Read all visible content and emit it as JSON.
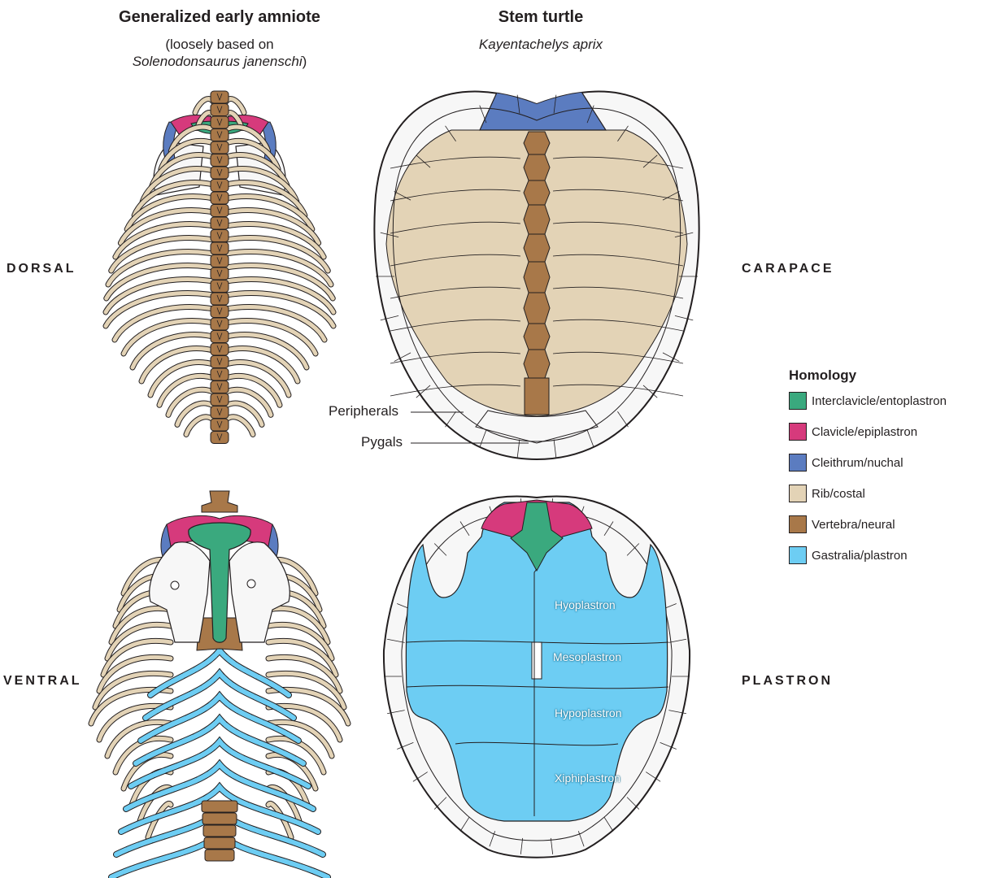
{
  "columns": {
    "left": {
      "title": "Generalized early amniote",
      "sub_prefix": "(loosely based on",
      "sub_species": "Solenodonsaurus janenschi",
      "sub_suffix": ")"
    },
    "right": {
      "title": "Stem turtle",
      "sub_species": "Kayentachelys aprix"
    }
  },
  "row_labels": {
    "dorsal": "DORSAL",
    "ventral": "VENTRAL",
    "carapace": "CARAPACE",
    "plastron": "PLASTRON"
  },
  "callouts": {
    "peripherals": "Peripherals",
    "pygals": "Pygals"
  },
  "plastron_labels": [
    "Hyoplastron",
    "Mesoplastron",
    "Hypoplastron",
    "Xiphiplastron"
  ],
  "legend": {
    "title": "Homology",
    "items": [
      {
        "label": "Interclavicle/entoplastron",
        "color": "#3aa97e"
      },
      {
        "label": "Clavicle/epiplastron",
        "color": "#d63a7c"
      },
      {
        "label": "Cleithrum/nuchal",
        "color": "#5b7cc0"
      },
      {
        "label": "Rib/costal",
        "color": "#e3d3b6"
      },
      {
        "label": "Vertebra/neural",
        "color": "#a87849"
      },
      {
        "label": "Gastralia/plastron",
        "color": "#6dcdf3"
      }
    ]
  },
  "colors": {
    "interclavicle": "#3aa97e",
    "clavicle": "#d63a7c",
    "cleithrum": "#5b7cc0",
    "rib": "#e3d3b6",
    "vertebra": "#a87849",
    "gastralia": "#6dcdf3",
    "outline": "#231f20",
    "peripheral": "#f7f7f7"
  }
}
